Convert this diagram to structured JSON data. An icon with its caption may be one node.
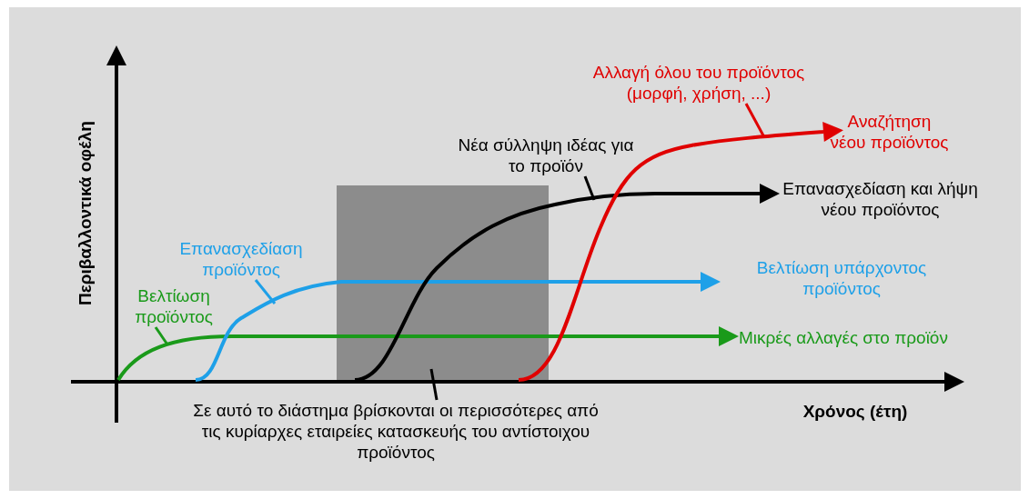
{
  "diagram": {
    "nodes": [
      {
        "text": [
          "Βελτίωση προϊόντος"
        ]
      },
      {
        "text": [
          "Επανασχεδίαση προϊόντος"
        ]
      },
      {
        "text": [
          "Νέα σύλληψη ιδέας για το προϊόν"
        ]
      },
      {
        "text": [
          "Αλλαγή όλου του προϊόντος (μορφή, χρήση, ...)"
        ]
      },
      {
        "text": [
          "Σε αυτό το διάστημα βρίσκονται οι περισσότερες από τις κυρίαρχες εταιρείες κατασκευής του αντίστοιχου προϊόντος"
        ]
      },
      {
        "text": [],
        "shape": "box"
      }
    ],
    "edges": [
      {
        "from": 0,
        "to": null,
        "arrow": "none",
        "color": "#1a9a1a"
      },
      {
        "from": 1,
        "to": null,
        "arrow": "none",
        "color": "#1ea0e8"
      },
      {
        "from": 2,
        "to": null,
        "arrow": "none"
      },
      {
        "from": 3,
        "to": null,
        "arrow": "none",
        "color": "#e00000"
      },
      {
        "from": 4,
        "to": 5,
        "arrow": "none"
      }
    ],
    "labels": [
      "Περιβαλλοντικά οφέλη",
      "Αναζήτηση νέου προϊόντος",
      "Επανασχεδίαση και λήψη νέου προϊόντος",
      "Βελτίωση υπάρχοντος προϊόντος",
      "Μικρές αλλαγές στο προϊόν",
      "Χρόνος (έτη)"
    ]
  }
}
